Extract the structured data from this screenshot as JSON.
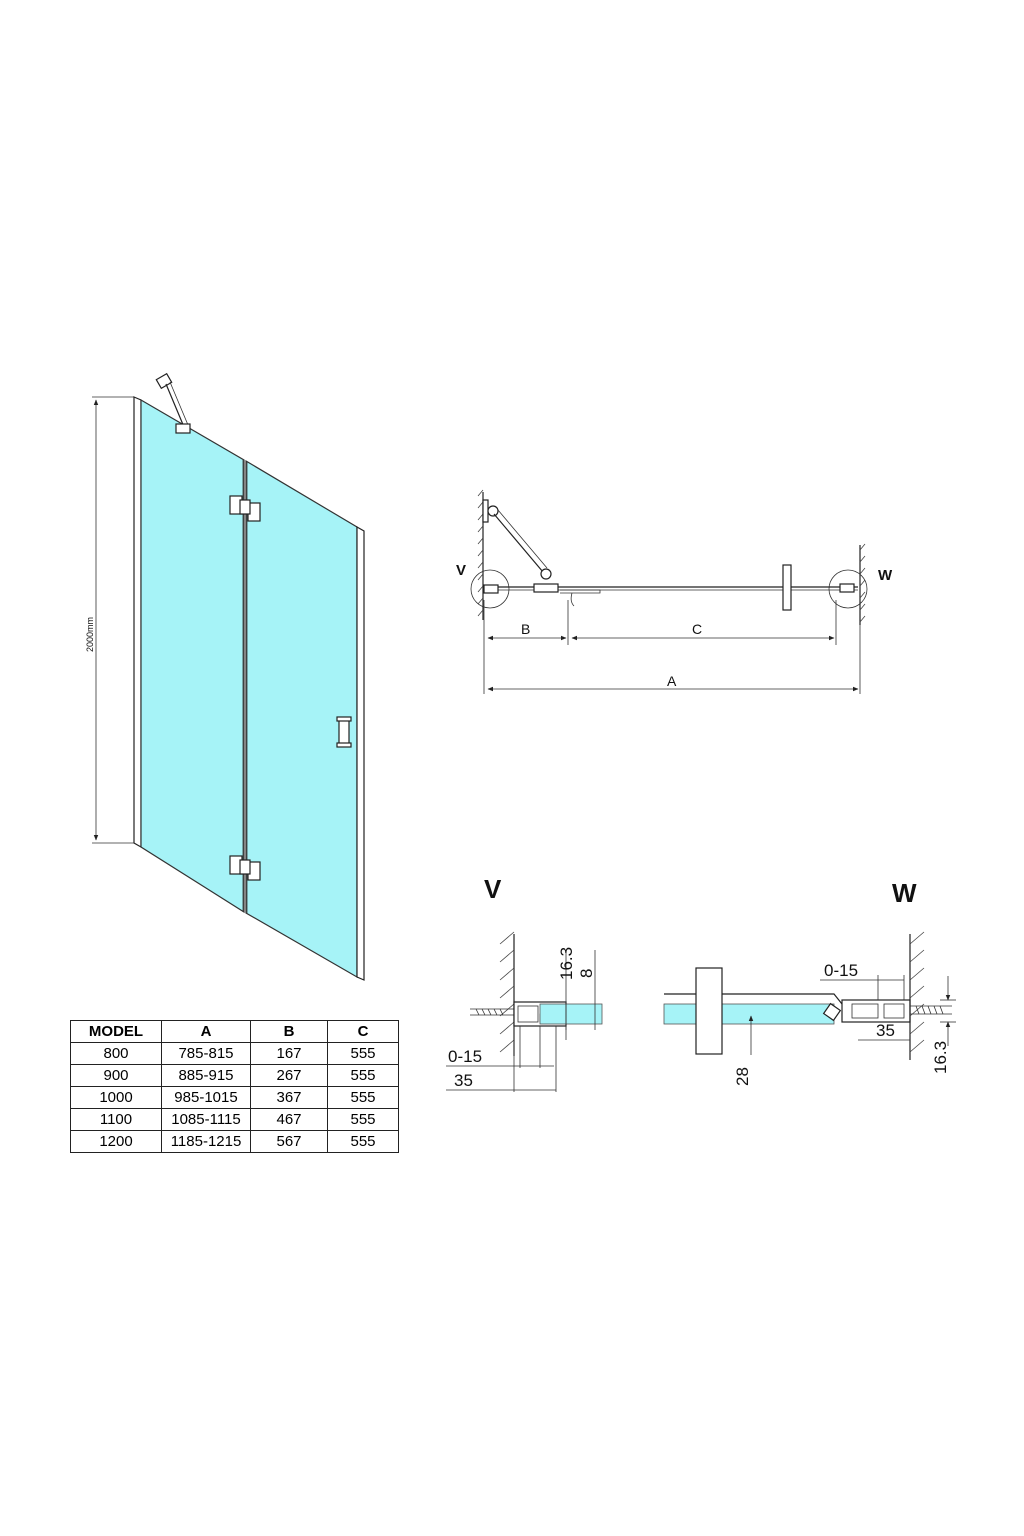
{
  "door": {
    "height_label": "2000mm"
  },
  "plan": {
    "label_v": "V",
    "label_w": "W",
    "dim_a": "A",
    "dim_b": "B",
    "dim_c": "C"
  },
  "detail_v": {
    "title": "V",
    "dims": {
      "d1": "16.3",
      "d2": "8",
      "d3": "0-15",
      "d4": "35"
    }
  },
  "detail_w": {
    "title": "W",
    "dims": {
      "d1": "0-15",
      "d2": "35",
      "d3": "28",
      "d4": "16.3"
    }
  },
  "table": {
    "headers": [
      "MODEL",
      "A",
      "B",
      "C"
    ],
    "rows": [
      [
        "800",
        "785-815",
        "167",
        "555"
      ],
      [
        "900",
        "885-915",
        "267",
        "555"
      ],
      [
        "1000",
        "985-1015",
        "367",
        "555"
      ],
      [
        "1100",
        "1085-1115",
        "467",
        "555"
      ],
      [
        "1200",
        "1185-1215",
        "567",
        "555"
      ]
    ]
  },
  "colors": {
    "glass": "#a6f3f7",
    "line": "#222222"
  }
}
